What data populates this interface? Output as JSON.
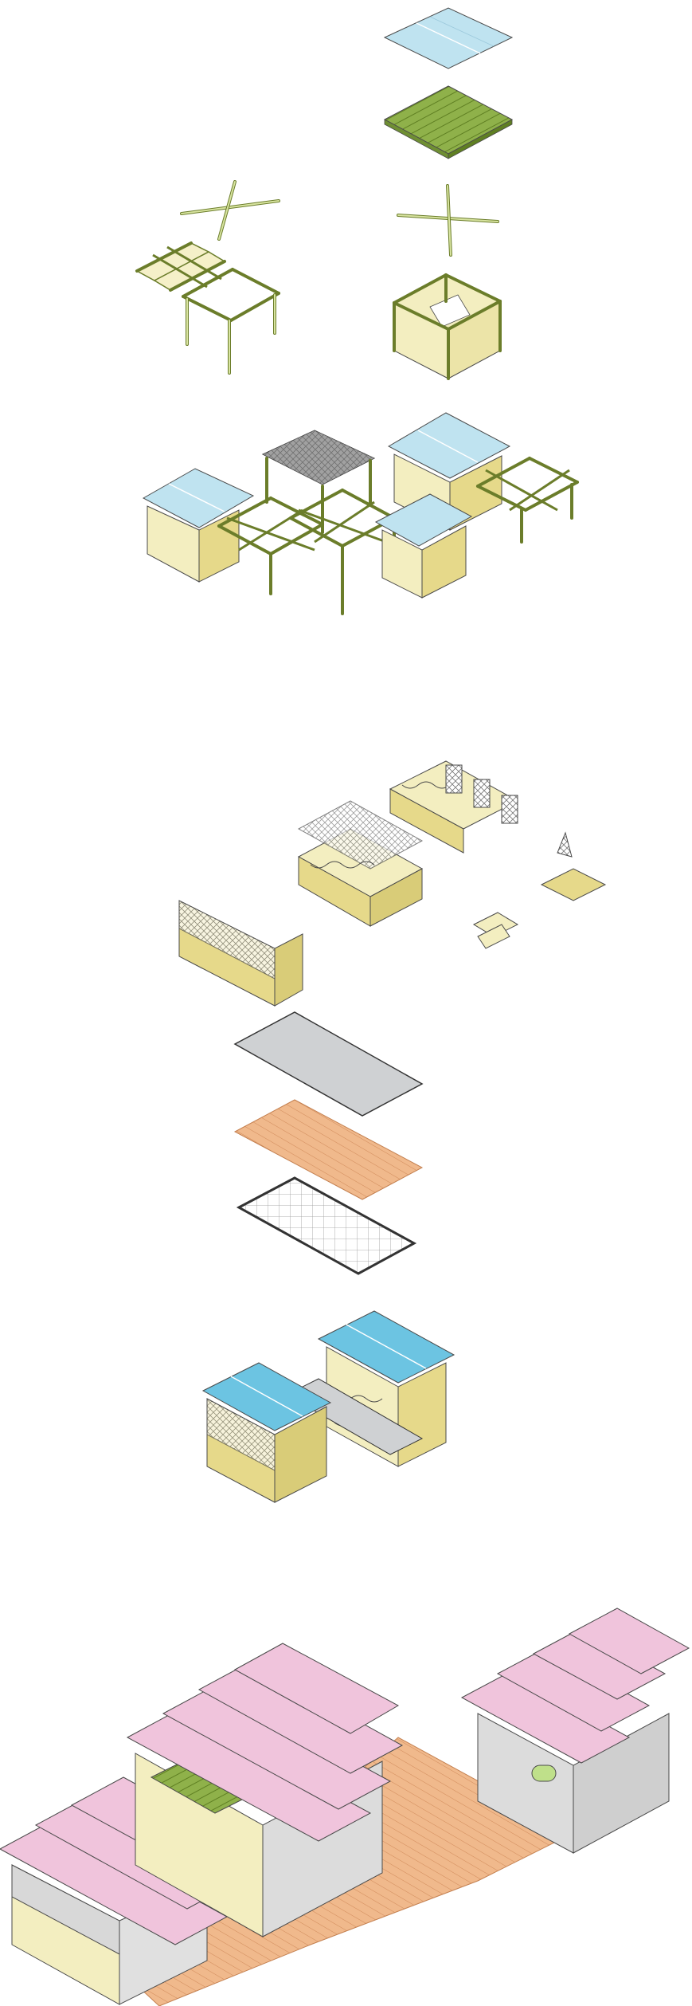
{
  "diagram": {
    "type": "exploded-axonometric",
    "colors": {
      "roof_blue": "#bfe3f0",
      "roof_cyan": "#6cc4e2",
      "roof_pink": "#f0c4dc",
      "bamboo_green": "#c8d98a",
      "bamboo_dark": "#6b7d2a",
      "mat_green": "#8fb14a",
      "wall_yellow": "#f3eec0",
      "wall_ochre": "#e6d98a",
      "deck_orange": "#f0b98c",
      "slab_grey": "#cfd1d3",
      "mesh_grey": "#777777",
      "outline": "#444444"
    },
    "components": [
      "roof-sheet",
      "floor-mat",
      "cross-bracing",
      "roof-battens",
      "bamboo-frame",
      "woven-wall-module",
      "hut-cluster",
      "stepped-bleacher",
      "stair-module",
      "wall-panel",
      "concrete-slab",
      "timber-deck",
      "mesh-grid",
      "assembled-pavilion",
      "site-assembly"
    ]
  }
}
